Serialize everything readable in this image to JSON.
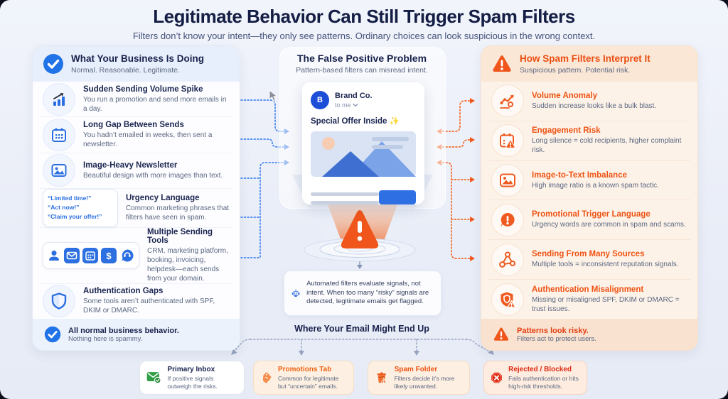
{
  "header": {
    "title": "Legitimate Behavior Can Still Trigger Spam Filters",
    "subtitle": "Filters don’t know your intent—they only see patterns. Ordinary choices can look suspicious in the wrong context."
  },
  "left_panel": {
    "title": "What Your Business Is Doing",
    "subtitle": "Normal. Reasonable. Legitimate.",
    "items": [
      {
        "icon": "bar-chart-growth-icon",
        "title": "Sudden Sending Volume Spike",
        "desc": "You run a promotion and send more emails in a day."
      },
      {
        "icon": "calendar-icon",
        "title": "Long Gap Between Sends",
        "desc": "You hadn’t emailed in weeks, then sent a newsletter."
      },
      {
        "icon": "image-icon",
        "title": "Image-Heavy Newsletter",
        "desc": "Beautiful design with more images than text."
      },
      {
        "icon": "quote-chip",
        "quotes": [
          "“Limited time!”",
          "“Act now!”",
          "“Claim your offer!”"
        ],
        "title": "Urgency Language",
        "desc": "Common marketing phrases that filters have seen in spam."
      },
      {
        "icon": "sending-tools-icons",
        "title": "Multiple Sending Tools",
        "desc": "CRM, marketing platform, booking, invoicing, helpdesk—each sends from your domain."
      },
      {
        "icon": "shield-icon",
        "title": "Authentication Gaps",
        "desc": "Some tools aren’t authenticated with SPF, DKIM or DMARC."
      }
    ],
    "footer": {
      "title": "All normal business behavior.",
      "desc": "Nothing here is spammy."
    }
  },
  "center_panel": {
    "title": "The False Positive Problem",
    "subtitle": "Pattern-based filters can misread intent.",
    "email": {
      "avatar_letter": "B",
      "sender": "Brand Co.",
      "recipient": "to me",
      "subject": "Special Offer Inside ✨"
    },
    "note": "Automated filters evaluate signals, not intent. When too many “risky” signals are detected, legitimate emails get flagged.",
    "destinations_heading": "Where Your Email Might End Up"
  },
  "right_panel": {
    "title": "How Spam Filters Interpret It",
    "subtitle": "Suspicious pattern. Potential risk.",
    "items": [
      {
        "icon": "volume-anomaly-icon",
        "title": "Volume Anomaly",
        "desc": "Sudden increase looks like a bulk blast."
      },
      {
        "icon": "calendar-warning-icon",
        "title": "Engagement Risk",
        "desc": "Long silence = cold recipients, higher complaint risk."
      },
      {
        "icon": "image-warning-icon",
        "title": "Image-to-Text Imbalance",
        "desc": "High image ratio is a known spam tactic."
      },
      {
        "icon": "speech-warning-icon",
        "title": "Promotional Trigger Language",
        "desc": "Urgency words are common in spam and scams."
      },
      {
        "icon": "network-nodes-icon",
        "title": "Sending From Many Sources",
        "desc": "Multiple tools = inconsistent reputation signals."
      },
      {
        "icon": "shield-warning-icon",
        "title": "Authentication Misalignment",
        "desc": "Missing or misaligned SPF, DKIM or DMARC = trust issues."
      }
    ],
    "footer": {
      "title": "Patterns look risky.",
      "desc": "Filters act to protect users."
    }
  },
  "destinations": [
    {
      "icon": "inbox-check-icon",
      "title": "Primary Inbox",
      "desc": "If positive signals outweigh the risks."
    },
    {
      "icon": "promo-tag-icon",
      "title": "Promotions Tab",
      "desc": "Common for legitimate but “uncertain” emails."
    },
    {
      "icon": "trash-warning-icon",
      "title": "Spam Folder",
      "desc": "Filters decide it’s more likely unwanted."
    },
    {
      "icon": "stop-x-icon",
      "title": "Rejected / Blocked",
      "desc": "Fails authentication or hits high-risk thresholds."
    }
  ],
  "colors": {
    "accent_blue": "#2b6fe0",
    "accent_orange": "#f0561c",
    "navy": "#17214c",
    "green": "#2f9e44",
    "red": "#d9301f",
    "text_gray": "#5b6882"
  }
}
